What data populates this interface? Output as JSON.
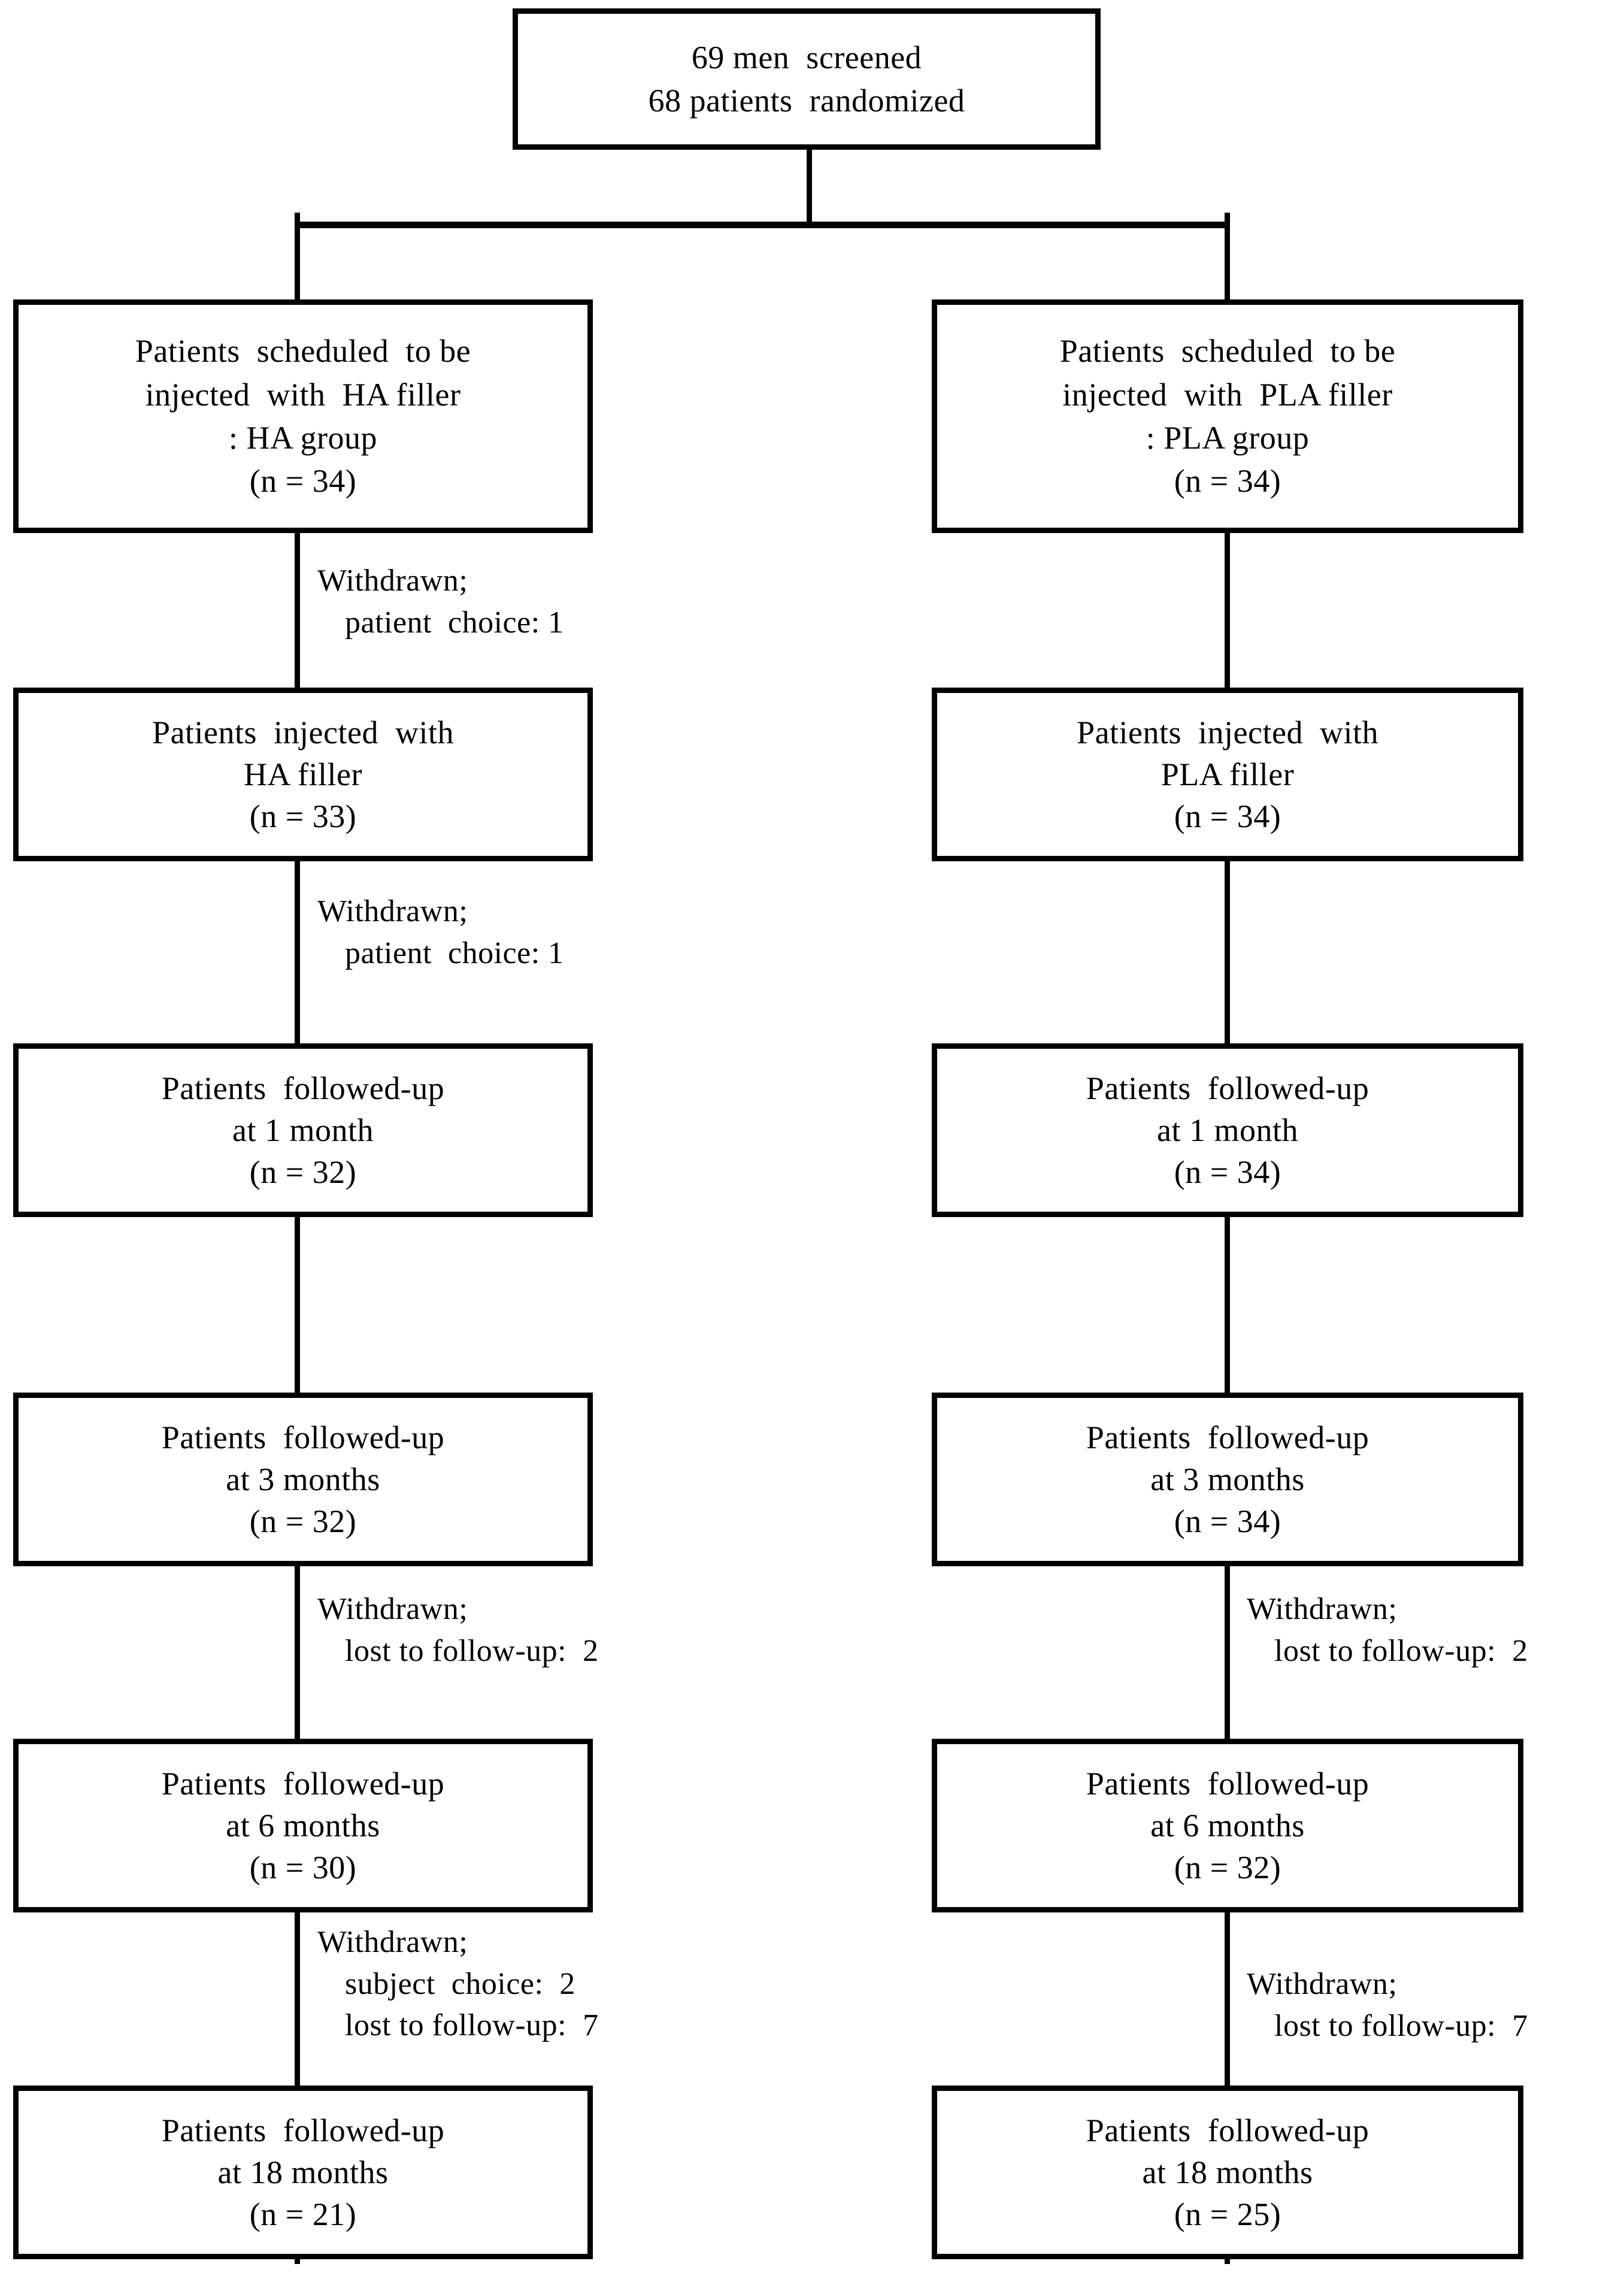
{
  "diagram": {
    "type": "consort-flow-diagram",
    "title": "CONSORT patient flow diagram",
    "nodes": {
      "enrollment": {
        "id": "enrollment",
        "lines": [
          "69 men  screened",
          "68 patients  randomized"
        ]
      },
      "ha_scheduled": {
        "id": "ha-scheduled",
        "lines": [
          "Patients  scheduled  to be",
          "injected  with  HA filler",
          ": HA group",
          "(n = 34)"
        ]
      },
      "pla_scheduled": {
        "id": "pla-scheduled",
        "lines": [
          "Patients  scheduled  to be",
          "injected  with  PLA filler",
          ": PLA group",
          "(n = 34)"
        ]
      },
      "ha_injected": {
        "id": "ha-injected",
        "lines": [
          "Patients  injected  with",
          "HA filler",
          "(n = 33)"
        ]
      },
      "pla_injected": {
        "id": "pla-injected",
        "lines": [
          "Patients  injected  with",
          "PLA filler",
          "(n = 34)"
        ]
      },
      "ha_1month": {
        "id": "ha-1-month",
        "lines": [
          "Patients  followed-up",
          "at 1 month",
          "(n = 32)"
        ]
      },
      "pla_1month": {
        "id": "pla-1-month",
        "lines": [
          "Patients  followed-up",
          "at 1 month",
          "(n = 34)"
        ]
      },
      "ha_3months": {
        "id": "ha-3-months",
        "lines": [
          "Patients  followed-up",
          "at 3 months",
          "(n = 32)"
        ]
      },
      "pla_3months": {
        "id": "pla-3-months",
        "lines": [
          "Patients  followed-up",
          "at 3 months",
          "(n = 34)"
        ]
      },
      "ha_6months": {
        "id": "ha-6-months",
        "lines": [
          "Patients  followed-up",
          "at 6 months",
          "(n = 30)"
        ]
      },
      "pla_6months": {
        "id": "pla-6-months",
        "lines": [
          "Patients  followed-up",
          "at 6 months",
          "(n = 32)"
        ]
      },
      "ha_18months": {
        "id": "ha-18-months",
        "lines": [
          "Patients  followed-up",
          "at 18 months",
          "(n = 21)"
        ]
      },
      "pla_18months": {
        "id": "pla-18-months",
        "lines": [
          "Patients  followed-up",
          "at 18 months",
          "(n = 25)"
        ]
      }
    },
    "annotations": {
      "ha_w1": {
        "id": "ha-withdrawn-before-injection",
        "header": "Withdrawn;",
        "items": [
          "patient  choice: 1"
        ]
      },
      "ha_w2": {
        "id": "ha-withdrawn-before-1-month",
        "header": "Withdrawn;",
        "items": [
          "patient  choice: 1"
        ]
      },
      "ha_w3": {
        "id": "ha-withdrawn-before-6-months",
        "header": "Withdrawn;",
        "items": [
          "lost to follow-up:  2"
        ]
      },
      "ha_w4": {
        "id": "ha-withdrawn-before-18-months",
        "header": "Withdrawn;",
        "items": [
          "subject  choice:  2",
          "lost to follow-up:  7"
        ]
      },
      "pla_w1": {
        "id": "pla-withdrawn-before-6-months",
        "header": "Withdrawn;",
        "items": [
          "lost to follow-up:  2"
        ]
      },
      "pla_w2": {
        "id": "pla-withdrawn-before-18-months",
        "header": "Withdrawn;",
        "items": [
          "lost to follow-up:  7"
        ]
      }
    },
    "colors": {
      "stroke": "#000000",
      "fill": "#ffffff",
      "text": "#000000"
    }
  }
}
